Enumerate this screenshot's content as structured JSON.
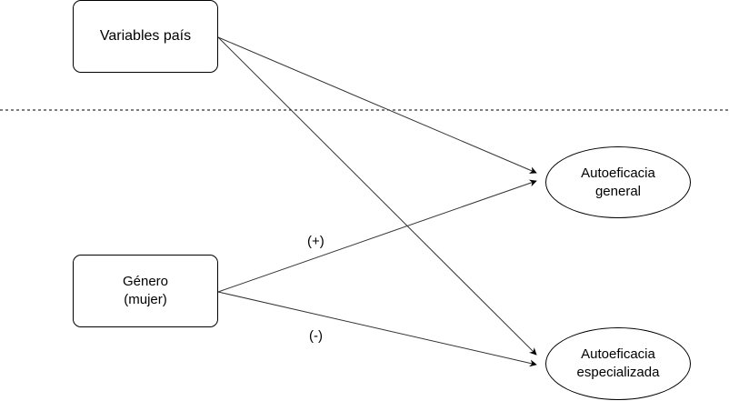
{
  "nodes": {
    "variables_pais": {
      "lines": [
        "Variables país"
      ]
    },
    "genero": {
      "lines": [
        "Género",
        "(mujer)"
      ]
    },
    "autoeficacia_general": {
      "lines": [
        "Autoeficacia",
        "general"
      ]
    },
    "autoeficacia_especializada": {
      "lines": [
        "Autoeficacia",
        "especializada"
      ]
    }
  },
  "edges": [
    {
      "from": "variables_pais",
      "to": "autoeficacia_general",
      "label": ""
    },
    {
      "from": "variables_pais",
      "to": "autoeficacia_especializada",
      "label": ""
    },
    {
      "from": "genero",
      "to": "autoeficacia_general",
      "label": "(+)"
    },
    {
      "from": "genero",
      "to": "autoeficacia_especializada",
      "label": "(-)"
    }
  ],
  "colors": {
    "stroke": "#000000",
    "edge": "#333333",
    "background": "#ffffff"
  },
  "separator": {
    "style": "dashed"
  }
}
